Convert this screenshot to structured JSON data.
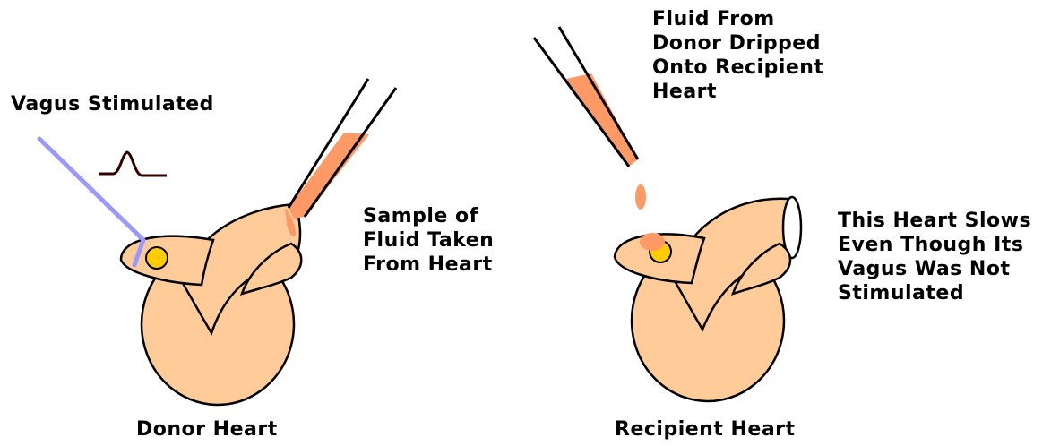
{
  "labels": {
    "vagus_stimulated": "Vagus Stimulated",
    "sample_taken": [
      "Sample of",
      "Fluid Taken",
      "From Heart"
    ],
    "donor_heart": "Donor Heart",
    "fluid_dripped": [
      "Fluid From",
      "Donor Dripped",
      "Onto Recipient",
      "Heart"
    ],
    "heart_slows": [
      "This Heart Slows",
      "Even Though Its",
      "Vagus Was Not",
      "Stimulated"
    ],
    "recipient_heart": "Recipient Heart"
  },
  "colors": {
    "heart_fill": "#ffcc99",
    "outline": "#000000",
    "fluid": "#ff9966",
    "droplet": "#ff9966",
    "node": "#ffcc00",
    "electrode": "#9999ff",
    "stimulus_trace": "#330000"
  },
  "icons": {
    "donor_heart": "heart-illustration",
    "recipient_heart": "heart-illustration",
    "pipette": "pipette-icon",
    "electrode": "electrode-wire",
    "stimulus": "action-potential-spike"
  }
}
